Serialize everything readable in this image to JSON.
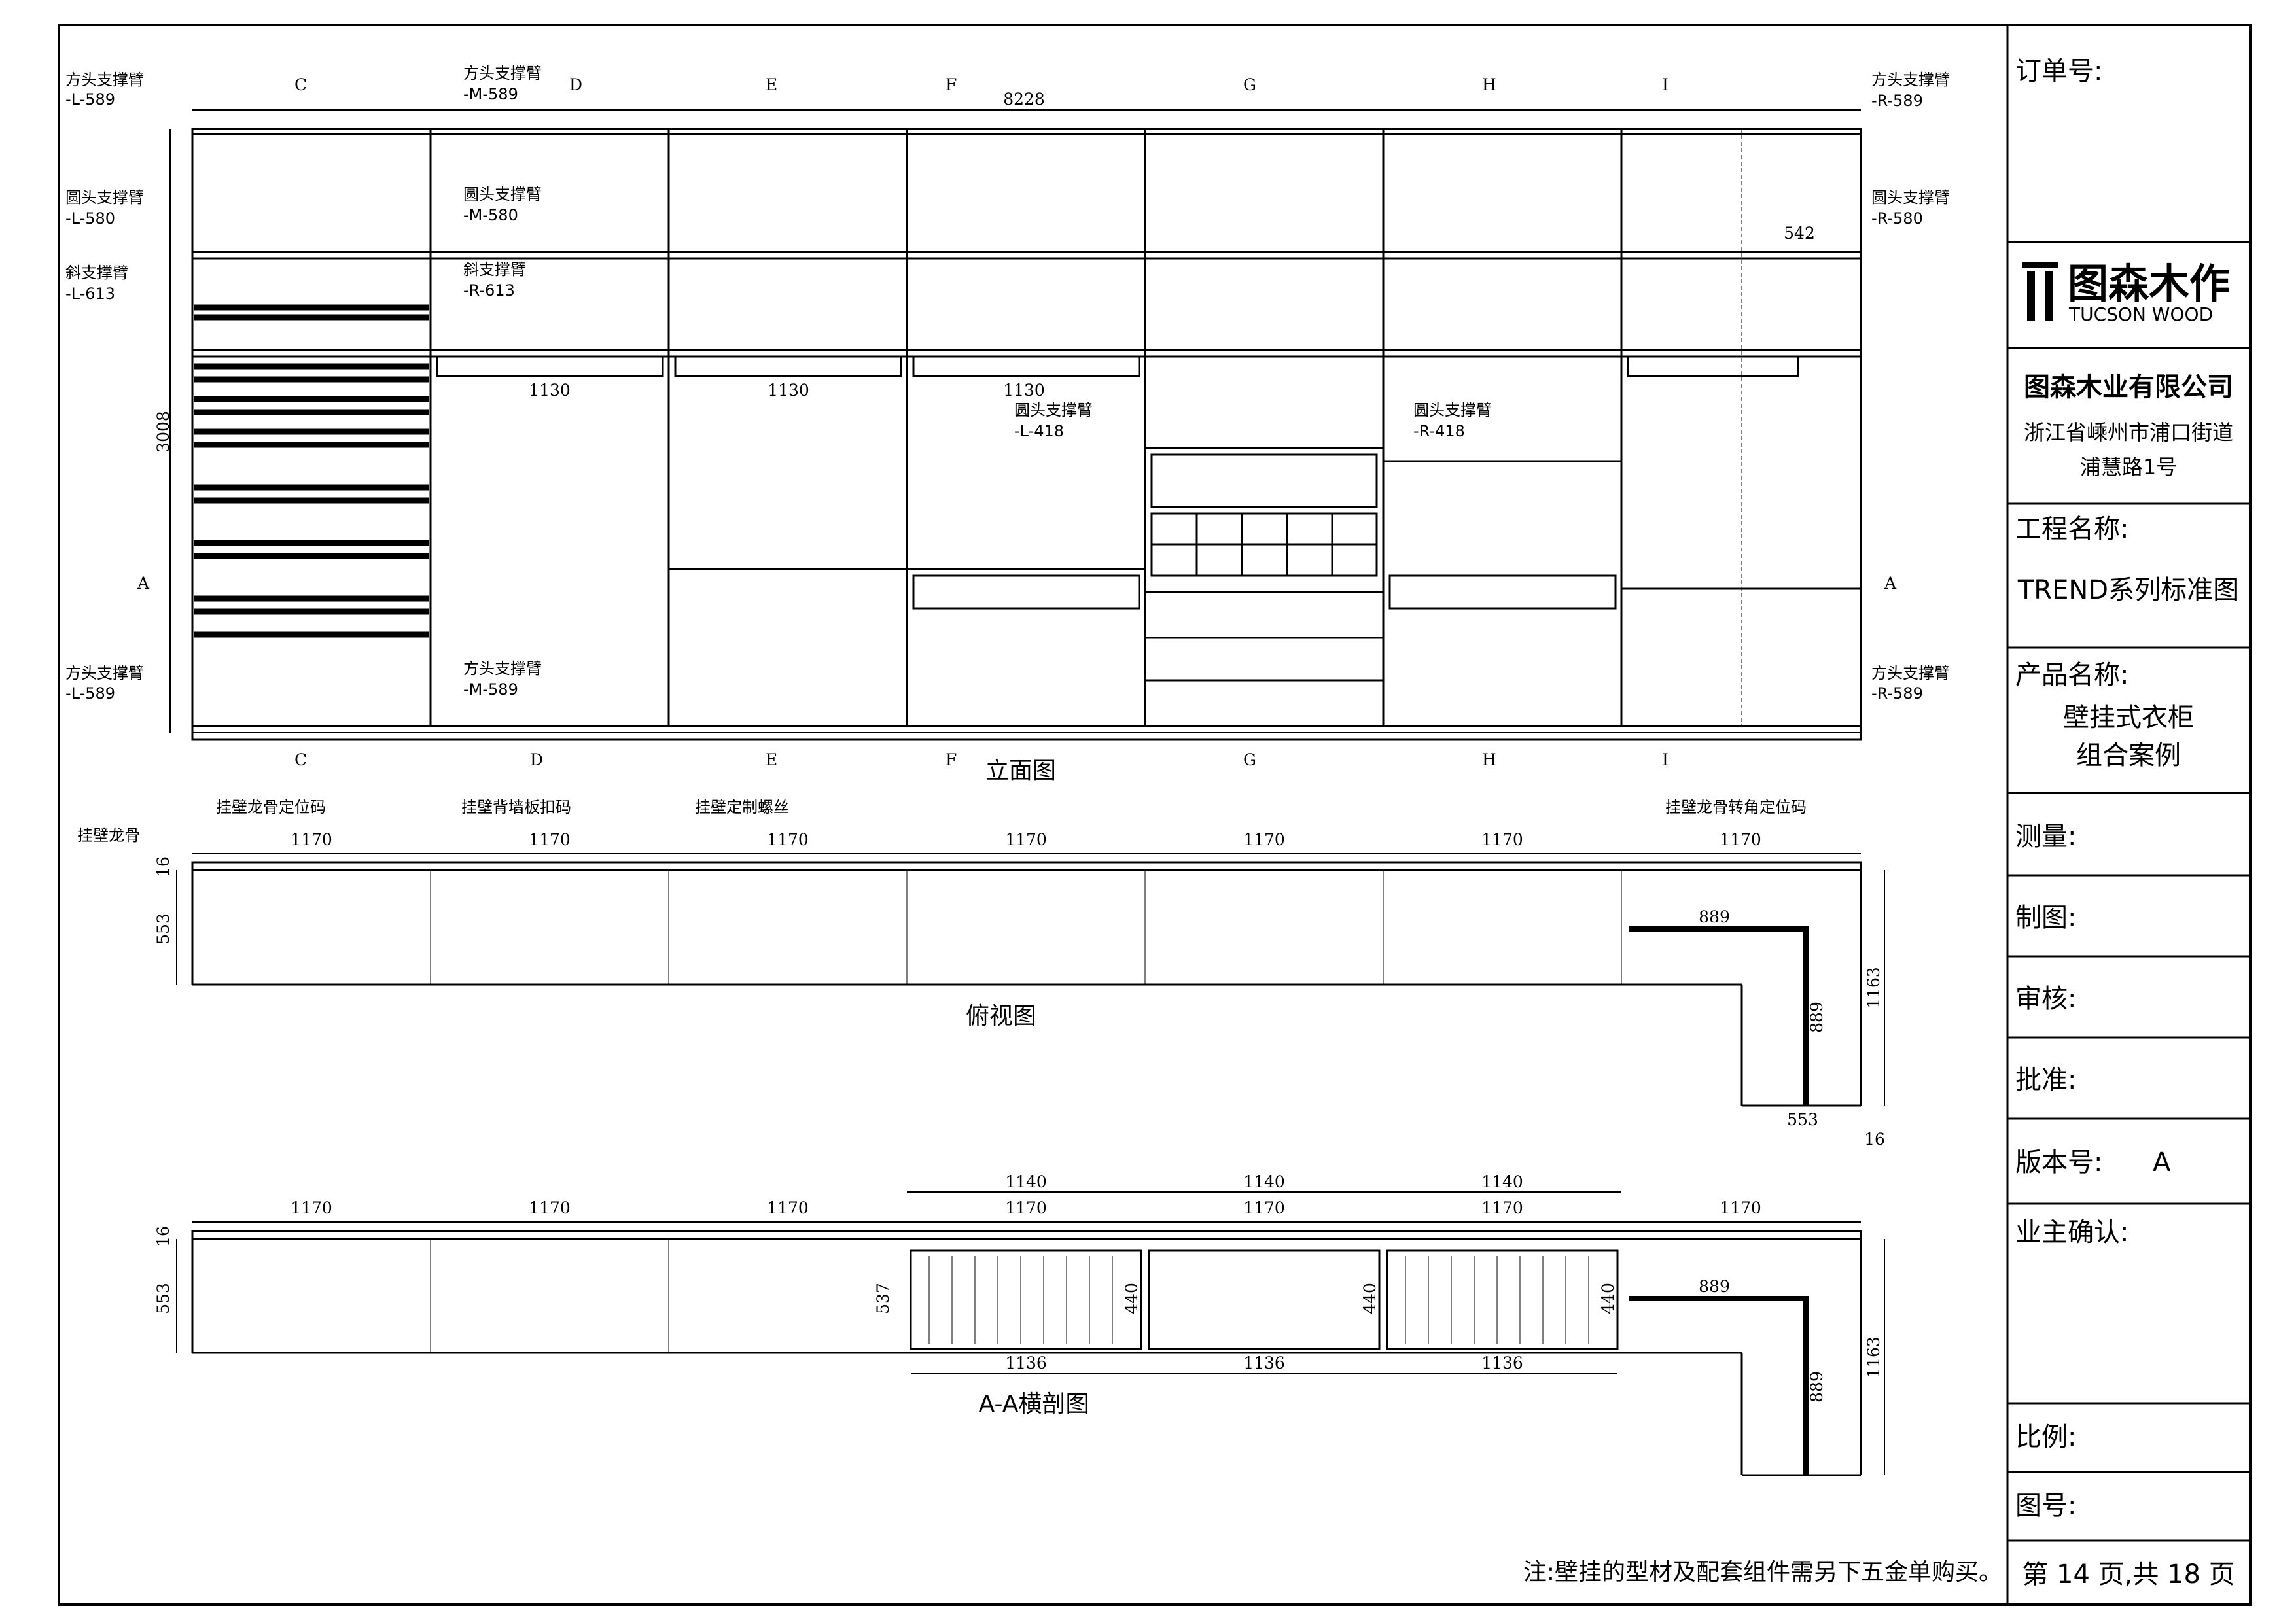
{
  "elevation": {
    "caption": "立面图",
    "total_width": "8228",
    "height": "3008",
    "sections": [
      "C",
      "D",
      "E",
      "F",
      "G",
      "H",
      "I"
    ],
    "section_marker": "A",
    "rail_width": "1130",
    "small_dim": "542",
    "callouts_left": [
      {
        "name": "方头支撑臂",
        "code": "-L-589"
      },
      {
        "name": "圆头支撑臂",
        "code": "-L-580"
      },
      {
        "name": "斜支撑臂",
        "code": "-L-613"
      },
      {
        "name": "方头支撑臂",
        "code": "-L-589"
      }
    ],
    "callouts_mid": [
      {
        "name": "方头支撑臂",
        "code": "-M-589"
      },
      {
        "name": "圆头支撑臂",
        "code": "-M-580"
      },
      {
        "name": "斜支撑臂",
        "code": "-R-613"
      },
      {
        "name": "方头支撑臂",
        "code": "-M-589"
      }
    ],
    "callouts_center": [
      {
        "name": "圆头支撑臂",
        "code": "-L-418"
      },
      {
        "name": "圆头支撑臂",
        "code": "-R-418"
      }
    ],
    "callouts_right": [
      {
        "name": "方头支撑臂",
        "code": "-R-589"
      },
      {
        "name": "圆头支撑臂",
        "code": "-R-580"
      },
      {
        "name": "方头支撑臂",
        "code": "-R-589"
      }
    ]
  },
  "plan": {
    "caption": "俯视图",
    "bay_width": "1170",
    "depth": "553",
    "panel": "16",
    "corner": [
      "889",
      "889",
      "1163",
      "553",
      "16"
    ],
    "labels": [
      "挂壁龙骨定位码",
      "挂壁背墙板扣码",
      "挂壁定制螺丝",
      "挂壁龙骨转角定位码",
      "挂壁龙骨"
    ]
  },
  "section": {
    "caption": "A-A横剖图",
    "bay_width": "1170",
    "depth": "553",
    "panel": "16",
    "drawer_outer": "1140",
    "drawer_inner": "1136",
    "drawer_depth": "537",
    "drawer_inner_depth": "440",
    "corner": [
      "889",
      "889",
      "1163"
    ]
  },
  "note": "注:壁挂的型材及配套组件需另下五金单购买。",
  "title_block": {
    "order_label": "订单号:",
    "brand_cn": "图森木作",
    "brand_en": "TUCSON WOOD",
    "company": "图森木业有限公司",
    "address1": "浙江省嵊州市浦口街道",
    "address2": "浦慧路1号",
    "project_label": "工程名称:",
    "project_value": "TREND系列标准图",
    "product_label": "产品名称:",
    "product_value1": "壁挂式衣柜",
    "product_value2": "组合案例",
    "measure_label": "测量:",
    "draw_label": "制图:",
    "review_label": "审核:",
    "approve_label": "批准:",
    "version_label": "版本号:",
    "version_value": "A",
    "owner_label": "业主确认:",
    "scale_label": "比例:",
    "drawing_no_label": "图号:",
    "page_info": "第 14 页,共 18 页"
  },
  "colors": {
    "line": "#000000",
    "accent": "#000000"
  }
}
